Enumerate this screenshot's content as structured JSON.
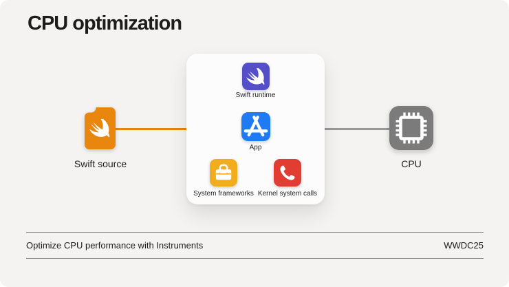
{
  "title": "CPU optimization",
  "colors": {
    "background": "#F4F3F1",
    "card": "#FCFCFC",
    "swift_orange": "#E8860D",
    "runtime_purple": "#544FC9",
    "app_blue": "#1E7BF4",
    "frameworks_yellow": "#F2AD1E",
    "kernel_red": "#E23D32",
    "cpu_gray": "#7B7B7B",
    "connector_gray": "#98989A"
  },
  "diagram": {
    "swift_source": {
      "label": "Swift source"
    },
    "cpu": {
      "label": "CPU"
    },
    "card_items": [
      {
        "label": "Swift runtime",
        "icon": "swift-bird-icon"
      },
      {
        "label": "App",
        "icon": "app-store-icon"
      },
      {
        "label": "System frameworks",
        "icon": "toolbox-icon"
      },
      {
        "label": "Kernel system calls",
        "icon": "phone-icon"
      }
    ]
  },
  "footer": {
    "left": "Optimize CPU performance with Instruments",
    "right": "WWDC25"
  }
}
